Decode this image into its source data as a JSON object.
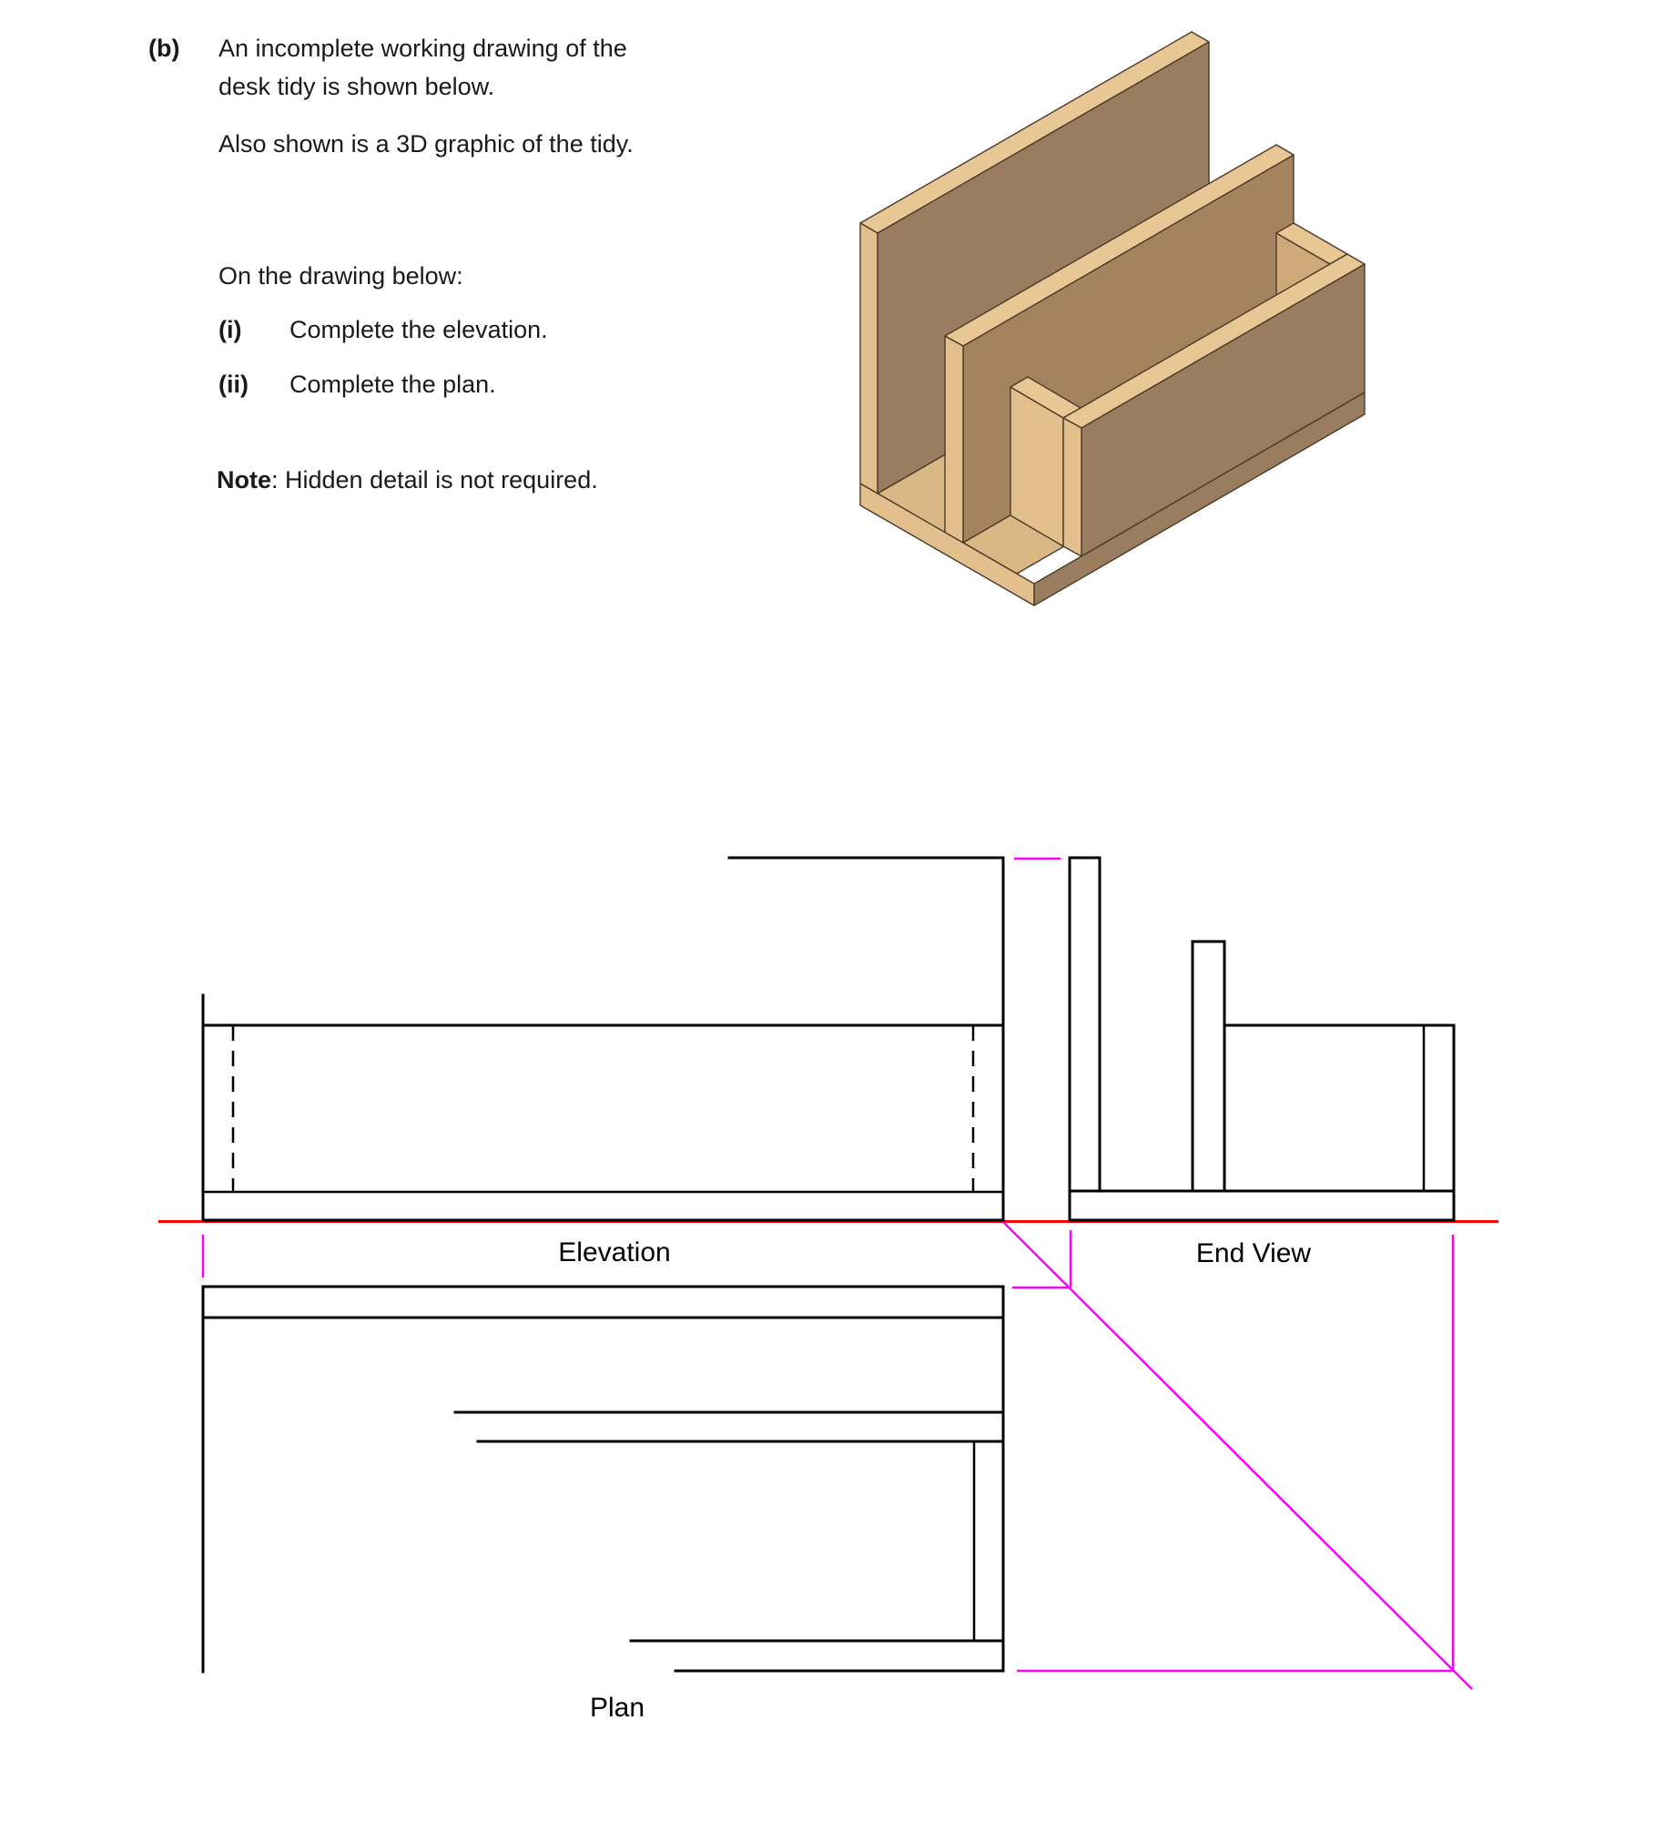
{
  "question": {
    "label": "(b)",
    "line1": "An incomplete working drawing of the",
    "line2": "desk tidy is shown below.",
    "line3": "Also shown is a 3D graphic of the tidy.",
    "instruction_intro": "On the drawing below:",
    "items": [
      {
        "label": "(i)",
        "text": "Complete the elevation."
      },
      {
        "label": "(ii)",
        "text": "Complete the plan."
      }
    ],
    "note_label": "Note",
    "note_text": ": Hidden detail is not required."
  },
  "drawing": {
    "labels": {
      "elevation": "Elevation",
      "end_view": "End View",
      "plan": "Plan"
    },
    "colors": {
      "outline": "#000000",
      "datum_line": "#ff0000",
      "projection_line": "#ff00ff",
      "wood_face": "#9a7d5e",
      "wood_face_light": "#a4845f",
      "wood_top": "#e9c795",
      "wood_end_grain": "#e2bf8d",
      "wood_floor": "#d9b885",
      "wood_inner": "#cfa97a"
    }
  }
}
